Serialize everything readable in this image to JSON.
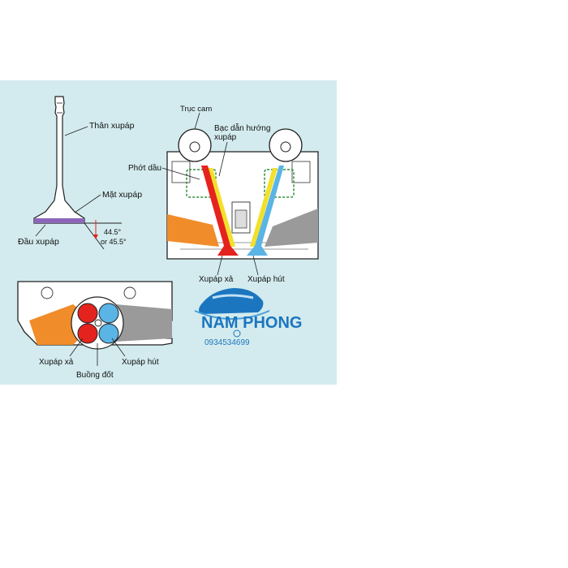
{
  "labels": {
    "valve_stem": "Thân xupáp",
    "valve_face": "Mặt xupáp",
    "valve_head": "Đầu xupáp",
    "angle_a": "44.5°",
    "angle_b": "or 45.5°",
    "camshaft": "Trục cam",
    "valve_guide_line1": "Bạc dẫn hướng",
    "valve_guide_line2": "xupáp",
    "oil_seal": "Phớt dầu",
    "exhaust_valve": "Xupáp xả",
    "intake_valve": "Xupáp hút",
    "exhaust_valve_2": "Xupáp xả",
    "intake_valve_2": "Xupáp hút",
    "combustion_chamber": "Buồng đốt"
  },
  "brand": {
    "name": "NAM PHONG",
    "phone": "0934534699"
  },
  "colors": {
    "background": "#d3ebee",
    "exhaust": "#e5231e",
    "intake": "#5ab4e6",
    "intake_port": "#f08c2a",
    "valve_head_fill": "#8b66b8",
    "brand_blue": "#1c76bf",
    "yellow_guide": "#f2e02a",
    "spring_green": "#2c8f3a"
  }
}
